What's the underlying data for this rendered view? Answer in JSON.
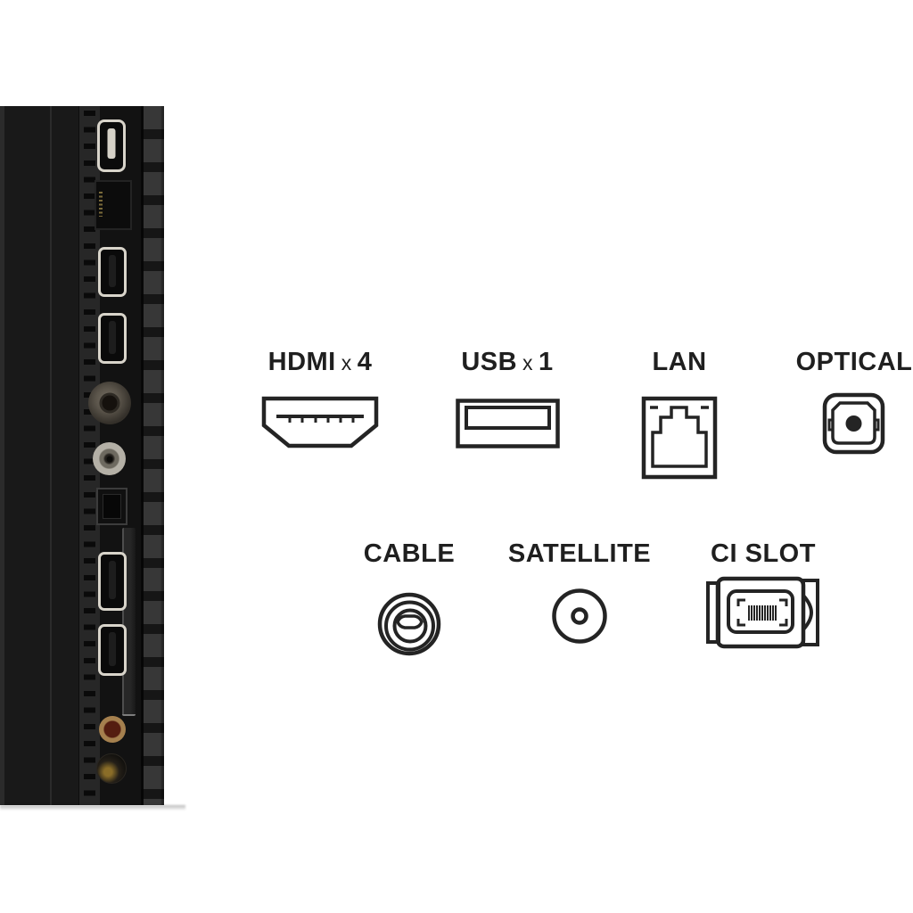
{
  "colors": {
    "background": "#ffffff",
    "icon_stroke": "#242424",
    "label_text": "#1f1f1f",
    "tv_body": "#191919"
  },
  "legend": {
    "row1": [
      {
        "name": "HDMI",
        "times": "x",
        "count": "4",
        "icon": "hdmi-connector-icon"
      },
      {
        "name": "USB",
        "times": "x",
        "count": "1",
        "icon": "usb-connector-icon"
      },
      {
        "name": "LAN",
        "icon": "lan-port-icon"
      },
      {
        "name": "OPTICAL",
        "icon": "optical-audio-icon"
      }
    ],
    "row2": [
      {
        "name": "CABLE",
        "icon": "cable-antenna-icon"
      },
      {
        "name": "SATELLITE",
        "icon": "satellite-antenna-icon"
      },
      {
        "name": "CI SLOT",
        "icon": "ci-card-slot-icon"
      }
    ]
  }
}
